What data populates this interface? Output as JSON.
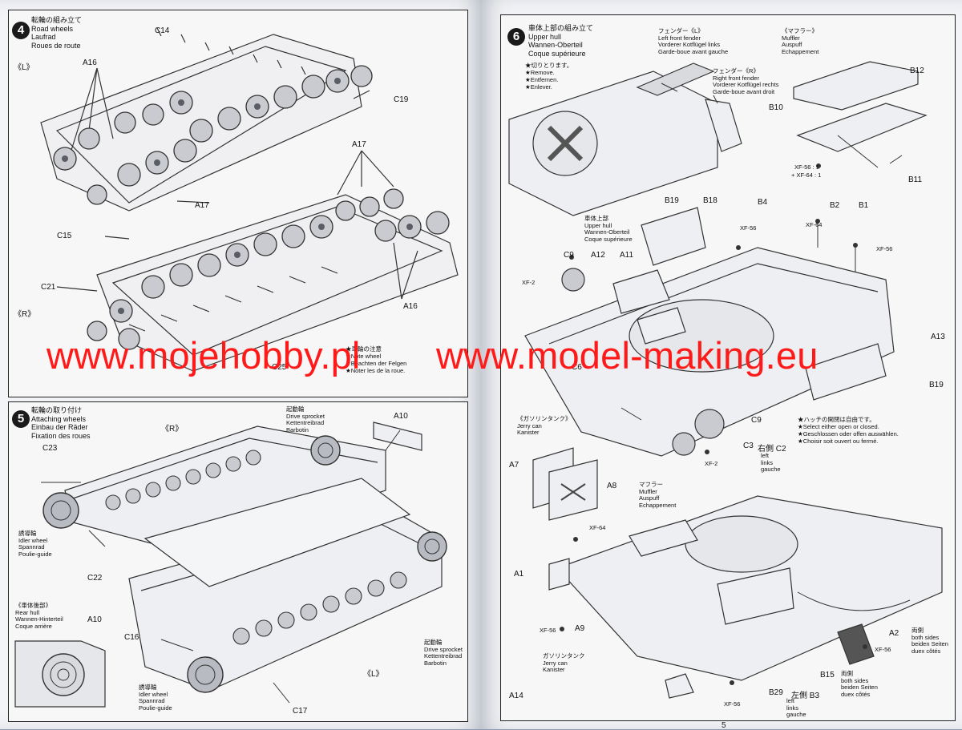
{
  "steps": {
    "s4": {
      "number": "4",
      "title_lines": [
        "転輪の組み立て",
        "Road wheels",
        "Laufrad",
        "Roues de route"
      ],
      "side_left": "《L》",
      "side_right": "《R》",
      "parts": [
        "C14",
        "A16",
        "C19",
        "A17",
        "A17",
        "C15",
        "C21",
        "A16",
        "C25"
      ],
      "note_lines": [
        "★車輪の注意",
        "★Note wheel",
        "★Beachten der Felgen",
        "★Noter les de la roue."
      ]
    },
    "s5": {
      "number": "5",
      "title_lines": [
        "転輪の取り付け",
        "Attaching wheels",
        "Einbau der Räder",
        "Fixation des roues"
      ],
      "side_r": "《R》",
      "side_l": "《L》",
      "sprocket_top": [
        "起動輪",
        "Drive sprocket",
        "Kettentreibrad",
        "Barbotin"
      ],
      "sprocket_bottom": [
        "起動輪",
        "Drive sprocket",
        "Kettentreibrad",
        "Barbotin"
      ],
      "idler_top": [
        "誘導輪",
        "Idler wheel",
        "Spannrad",
        "Poulie-guide"
      ],
      "idler_bottom": [
        "誘導輪",
        "Idler wheel",
        "Spannrad",
        "Poulie-guide"
      ],
      "rear_hull": [
        "《車体後部》",
        "Rear hull",
        "Wannen-Hinterteil",
        "Coque arrière"
      ],
      "parts": [
        "A10",
        "C23",
        "C22",
        "A10",
        "C16",
        "C17"
      ]
    },
    "s6": {
      "number": "6",
      "title_lines": [
        "車体上部の組み立て",
        "Upper hull",
        "Wannen-Oberteil",
        "Coque supérieure"
      ],
      "cut_note": [
        "★切りとります。",
        "★Remove.",
        "★Entfernen.",
        "★Enlever."
      ],
      "fender_l": [
        "フェンダー《L》",
        "Left front fender",
        "Vorderer Kotflügel links",
        "Garde-boue avant gauche"
      ],
      "fender_r": [
        "フェンダー《R》",
        "Right front fender",
        "Vorderer Kotflügel rechts",
        "Garde-boue avant droit"
      ],
      "muffler_top": [
        "《マフラー》",
        "Muffler",
        "Auspuff",
        "Echappement"
      ],
      "upper_hull": [
        "車体上部",
        "Upper hull",
        "Wannen-Oberteil",
        "Coque supérieure"
      ],
      "jerry_can": [
        "《ガソリンタンク》",
        "Jerry can",
        "Kanister"
      ],
      "muffler_mid": [
        "マフラー",
        "Muffler",
        "Auspuff",
        "Echappement"
      ],
      "jerry_can_bottom": [
        "ガソリンタンク",
        "Jerry can",
        "Kanister"
      ],
      "hatch_note": [
        "★ハッチの開閉は自由です。",
        "★Select either open or closed.",
        "★Geschlossen oder offen auswählen.",
        "★Choisir soit ouvert ou fermé."
      ],
      "left_note": [
        "left",
        "links",
        "gauche"
      ],
      "both_sides_a2": [
        "両側",
        "both sides",
        "beiden Seiten",
        "duex côtés"
      ],
      "both_sides_b15": [
        "両側",
        "both sides",
        "beiden Seiten",
        "duex côtés"
      ],
      "left_b3": [
        "left",
        "links",
        "gauche"
      ],
      "parts": {
        "b12": "B12",
        "b10": "B10",
        "b11": "B11",
        "b19": "B19",
        "b18": "B18",
        "b4": "B4",
        "b2": "B2",
        "b1": "B1",
        "c9": "C9",
        "a12": "A12",
        "a11": "A11",
        "a13": "A13",
        "c6": "C6",
        "b19b": "B19",
        "c9b": "C9",
        "c3": "C3",
        "c2": "右側 C2",
        "a7": "A7",
        "a8": "A8",
        "a1": "A1",
        "a9": "A9",
        "a2": "A2",
        "b15": "B15",
        "a14": "A14",
        "b29": "B29",
        "b3": "左側 B3"
      },
      "paints": {
        "xf56_64": "XF-56 : 1",
        "xf64_1": "+ XF-64 : 1",
        "xf56a": "XF-56",
        "xf64a": "XF-64",
        "xf56b": "XF-56",
        "xf2a": "XF-2",
        "xf2b": "XF-2",
        "xf64b": "XF-64",
        "xf56c": "XF-56",
        "xf56d": "XF-56",
        "xf56e": "XF-56"
      }
    }
  },
  "watermark": {
    "left": "www.mojehobby.pl",
    "right": "www.model-making.eu",
    "color": "#ff1a1a"
  },
  "page_number": "5"
}
